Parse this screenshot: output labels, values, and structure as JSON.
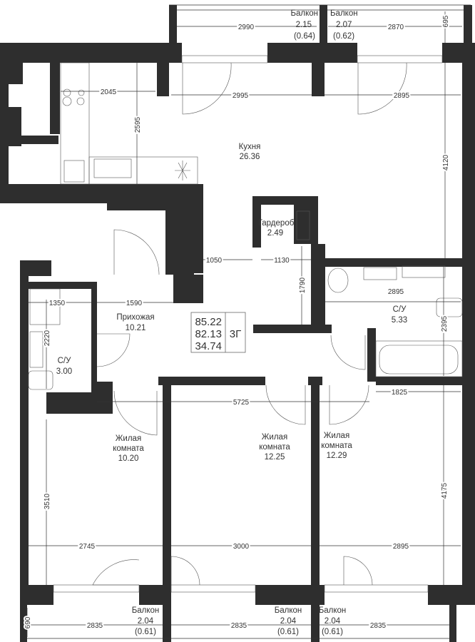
{
  "rooms": {
    "kitchen": {
      "name": "Кухня",
      "area": "26.36"
    },
    "wardrobe": {
      "name": "Гардероб",
      "area": "2.49"
    },
    "hallway": {
      "name": "Прихожая",
      "area": "10.21"
    },
    "bathroom_small": {
      "name": "С/У",
      "area": "3.00"
    },
    "bathroom_large": {
      "name": "С/У",
      "area": "5.33"
    },
    "bedroom_1": {
      "name_line1": "Жилая",
      "name_line2": "комната",
      "area": "10.20"
    },
    "bedroom_2": {
      "name_line1": "Жилая",
      "name_line2": "комната",
      "area": "12.25"
    },
    "bedroom_3": {
      "name_line1": "Жилая",
      "name_line2": "комната",
      "area": "12.29"
    }
  },
  "balconies": [
    {
      "name": "Балкон",
      "area": "2.15",
      "reduced": "(0.64)"
    },
    {
      "name": "Балкон",
      "area": "2.07",
      "reduced": "(0.62)"
    },
    {
      "name": "Балкон",
      "area": "2.04",
      "reduced": "(0.61)"
    },
    {
      "name": "Балкон",
      "area": "2.04",
      "reduced": "(0.61)"
    },
    {
      "name": "Балкон",
      "area": "2.04",
      "reduced": "(0.61)"
    }
  ],
  "summary": {
    "total_area": "85.22",
    "area_without_balconies": "82.13",
    "living_area": "34.74",
    "type": "3Г"
  },
  "dimensions": [
    "2990",
    "2870",
    "695",
    "2045",
    "2995",
    "2895",
    "2595",
    "4120",
    "1050",
    "1130",
    "1790",
    "1350",
    "1590",
    "2895",
    "2220",
    "2395",
    "5725",
    "1825",
    "3510",
    "2745",
    "3000",
    "2895",
    "4175",
    "690",
    "2835",
    "2835",
    "2835"
  ]
}
